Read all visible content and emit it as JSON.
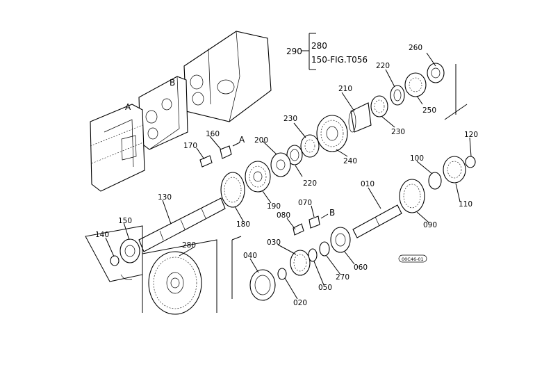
{
  "diagram": {
    "reference": {
      "main": "290",
      "items": [
        "280",
        "150-FIG.T056"
      ]
    },
    "callouts": {
      "c010": "010",
      "c020": "020",
      "c030": "030",
      "c040": "040",
      "c050": "050",
      "c060": "060",
      "c070": "070",
      "c080": "080",
      "c090": "090",
      "c100": "100",
      "c110": "110",
      "c120": "120",
      "c130": "130",
      "c140": "140",
      "c150": "150",
      "c160": "160",
      "c170": "170",
      "c180": "180",
      "c190": "190",
      "c200": "200",
      "c210": "210",
      "c220a": "220",
      "c220b": "220",
      "c230a": "230",
      "c230b": "230",
      "c240": "240",
      "c250": "250",
      "c260": "260",
      "c270": "270",
      "c280": "280"
    },
    "markers": {
      "a_housing": "A",
      "b_housing": "B",
      "a_bolt": "A",
      "b_bolt": "B"
    },
    "figure_code": "00C46-01"
  }
}
